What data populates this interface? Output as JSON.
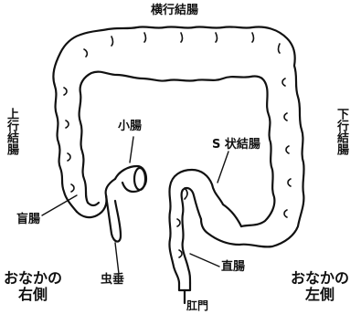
{
  "labels": {
    "transverse_colon": "横行結腸",
    "ascending_colon": "上行結腸",
    "descending_colon": "下行結腸",
    "small_intestine": "小腸",
    "sigmoid_colon": "S 状結腸",
    "cecum": "盲腸",
    "appendix": "虫垂",
    "rectum": "直腸",
    "anus": "肛門",
    "right_side_line1": "おなかの",
    "right_side_line2": "右側",
    "left_side_line1": "おなかの",
    "left_side_line2": "左側"
  }
}
